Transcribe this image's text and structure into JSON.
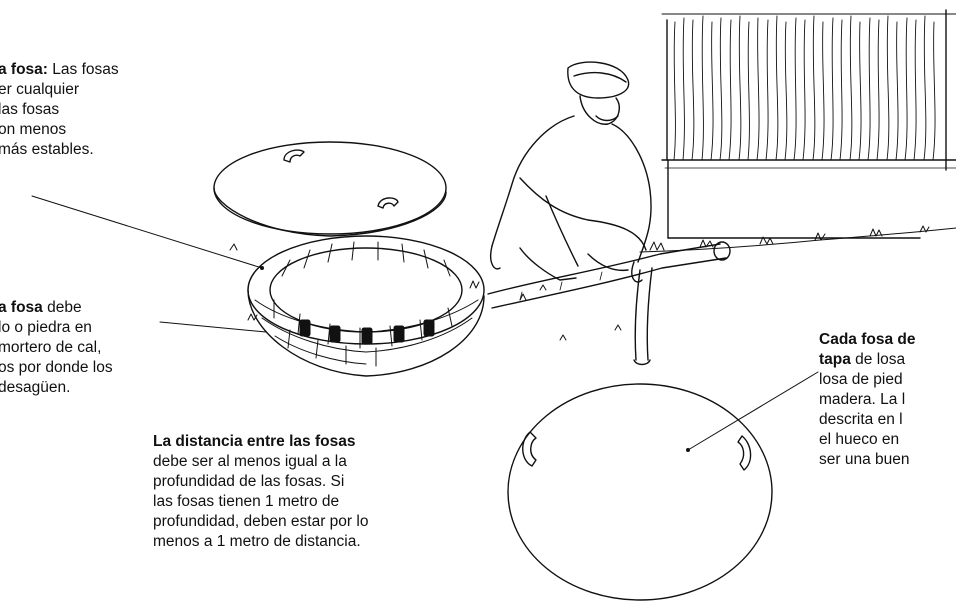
{
  "labels": {
    "shape": {
      "bold": "a fosa:",
      "text": " Las fosas\ner cualquier\n las fosas\non menos\nmás estables."
    },
    "lining": {
      "bold": "a fosa",
      "text": " debe\nlo o piedra en\nmortero de cal,\nos por donde los\ndesagüen."
    },
    "distance": {
      "bold": "La distancia entre las fosas",
      "text": "\ndebe ser al menos igual a la\nprofundidad de las fosas. Si\nlas fosas tienen 1 metro de\nprofundidad, deben estar por lo\nmenos a 1 metro de distancia."
    },
    "cover": {
      "bold": "Cada fosa de\ntapa",
      "text": " de losa\nlosa de pied\nmadera. La l\ndescrita en l\nel hueco en\nser una buen"
    }
  }
}
